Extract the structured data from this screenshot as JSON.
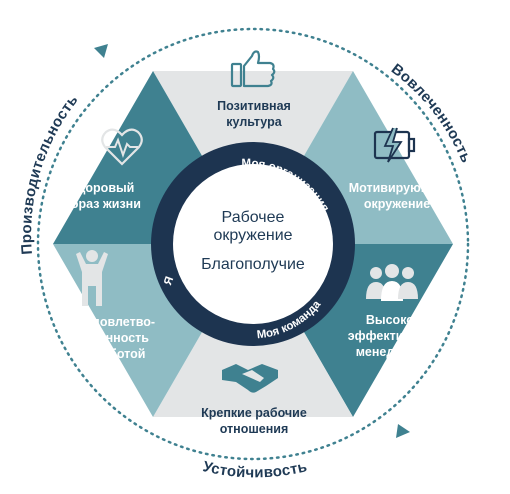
{
  "outer_labels": {
    "top_right": "Вовлеченность",
    "bottom": "Устойчивость",
    "left": "Производительность"
  },
  "segments": [
    {
      "id": "positive-culture",
      "lines": [
        "Позитивная",
        "культура"
      ],
      "icon": "thumbs-up-icon"
    },
    {
      "id": "motivating-environment",
      "lines": [
        "Мотивирующее",
        "окружение"
      ],
      "icon": "battery-charge-icon"
    },
    {
      "id": "effective-managers",
      "lines": [
        "Высоко-",
        "эффективные",
        "менеджеры"
      ],
      "icon": "team-icon"
    },
    {
      "id": "strong-relations",
      "lines": [
        "Крепкие рабочие",
        "отношения"
      ],
      "icon": "handshake-icon"
    },
    {
      "id": "job-satisfaction",
      "lines": [
        "Удовлетво-",
        "ренность",
        "работой"
      ],
      "icon": "person-arms-up-icon"
    },
    {
      "id": "healthy-lifestyle",
      "lines": [
        "Здоровый",
        "образ жизни"
      ],
      "icon": "heart-pulse-icon"
    }
  ],
  "ring": {
    "top": "Моя организация",
    "bottom": "Моя команда",
    "left": "Я"
  },
  "center": {
    "line1": "Рабочее",
    "line2": "окружение",
    "line3": "Благополучие"
  },
  "colors": {
    "light_gray": "#e3e5e6",
    "light_teal": "#8fbcc4",
    "mid_teal": "#6ba6b0",
    "dark_teal": "#3f8190",
    "navy": "#1d3450",
    "outline_dots": "#3f8190"
  }
}
